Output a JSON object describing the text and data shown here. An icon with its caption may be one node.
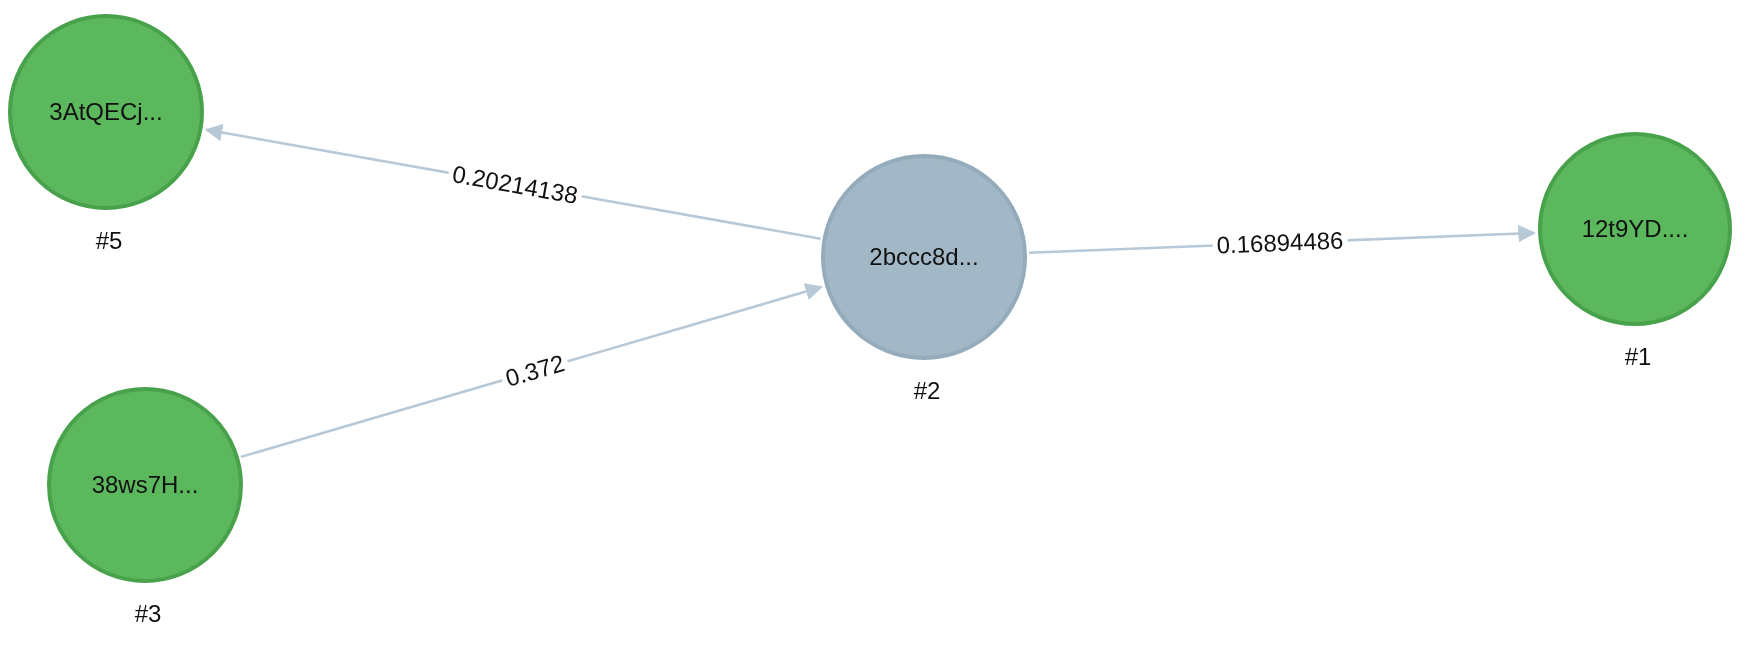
{
  "diagram": {
    "nodes": [
      {
        "text": [
          "3AtQECj..."
        ],
        "beside": [
          "#5"
        ]
      },
      {
        "text": [
          "2bccc8d..."
        ],
        "beside": [
          "#2"
        ]
      },
      {
        "text": [
          "12t9YD...."
        ],
        "beside": [
          "#1"
        ]
      },
      {
        "text": [
          "38ws7H..."
        ],
        "beside": [
          "#3"
        ]
      }
    ],
    "edges": [
      {
        "from": 1,
        "to": 0,
        "arrow": "to",
        "label": "0.20214138"
      },
      {
        "from": 3,
        "to": 1,
        "arrow": "to",
        "label": "0.372"
      },
      {
        "from": 1,
        "to": 2,
        "arrow": "to",
        "label": "0.16894486"
      }
    ]
  }
}
